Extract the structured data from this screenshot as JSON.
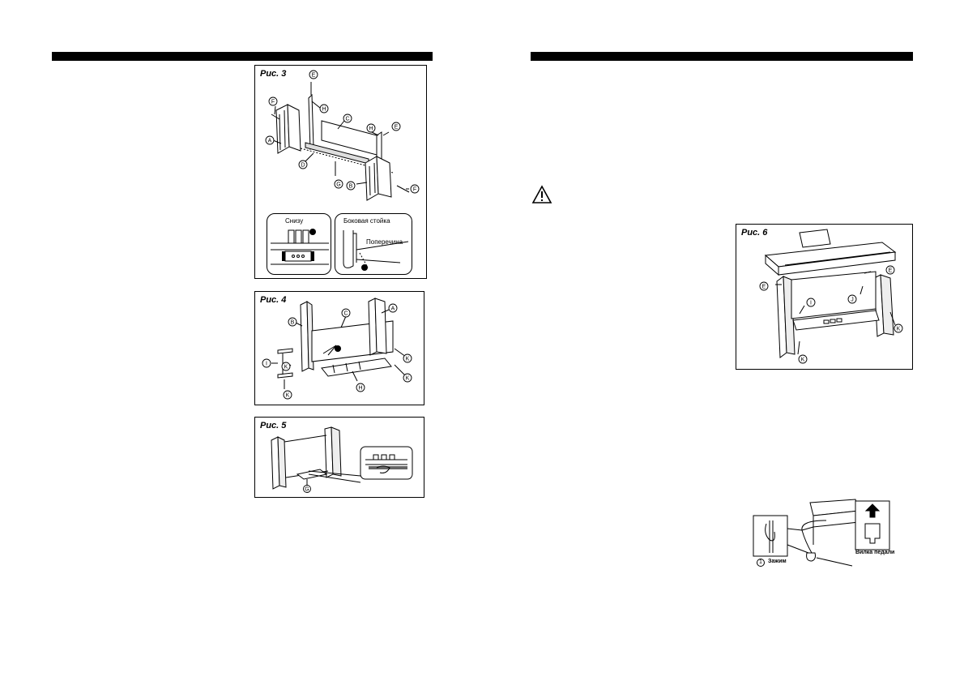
{
  "figures": {
    "fig3": {
      "title": "Рис. 3",
      "parts": [
        "E",
        "F",
        "H",
        "C",
        "H",
        "E",
        "A",
        "D",
        "G",
        "B",
        "F"
      ],
      "inset_left": {
        "label": "Снизу"
      },
      "inset_right": {
        "label1": "Боковая стойка",
        "label2": "Поперечина"
      }
    },
    "fig4": {
      "title": "Рис. 4",
      "parts": [
        "B",
        "C",
        "A",
        "I",
        "K",
        "K",
        "K",
        "K",
        "H"
      ]
    },
    "fig5": {
      "title": "Рис. 5",
      "parts": [
        "G"
      ]
    },
    "fig6": {
      "title": "Рис. 6",
      "parts": [
        "E",
        "E",
        "I",
        "J",
        "K",
        "K"
      ]
    },
    "fig7": {
      "clamp_label": "Зажим",
      "clamp_num": "1",
      "plug_label": "Вилка педали"
    }
  },
  "icons": {
    "warning": "warning-triangle-icon"
  }
}
